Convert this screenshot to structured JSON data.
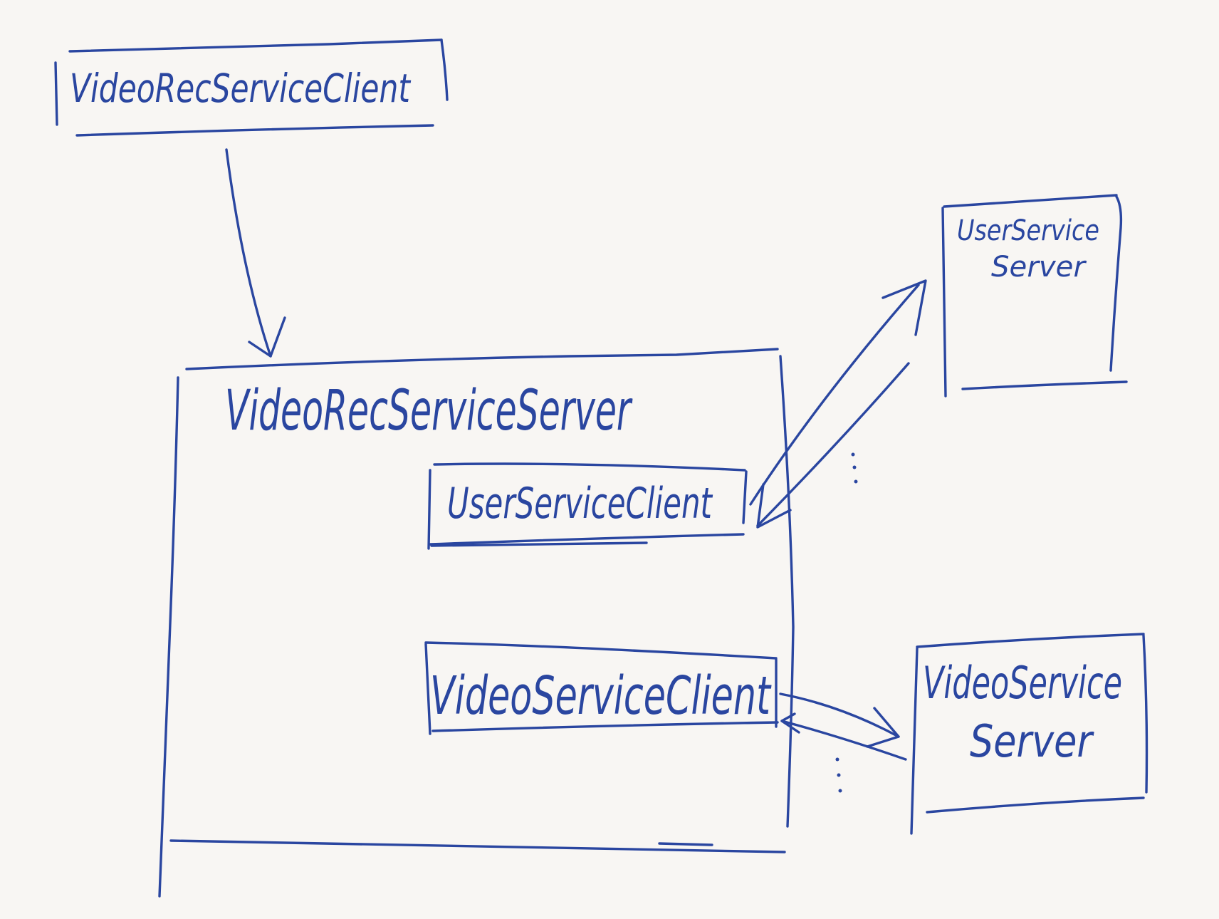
{
  "diagram": {
    "nodes": {
      "video_rec_service_client": {
        "label": "VideoRecServiceClient"
      },
      "video_rec_service_server": {
        "label": "VideoRecServiceServer"
      },
      "user_service_client": {
        "label": "UserServiceClient"
      },
      "video_service_client": {
        "label": "VideoServiceClient"
      },
      "user_service_server": {
        "label_lines": [
          "UserService",
          "Server"
        ]
      },
      "video_service_server": {
        "label_lines": [
          "VideoService",
          "Server"
        ]
      }
    },
    "ink_color": "#2a46a0",
    "paper_color": "#f8f6f3"
  }
}
